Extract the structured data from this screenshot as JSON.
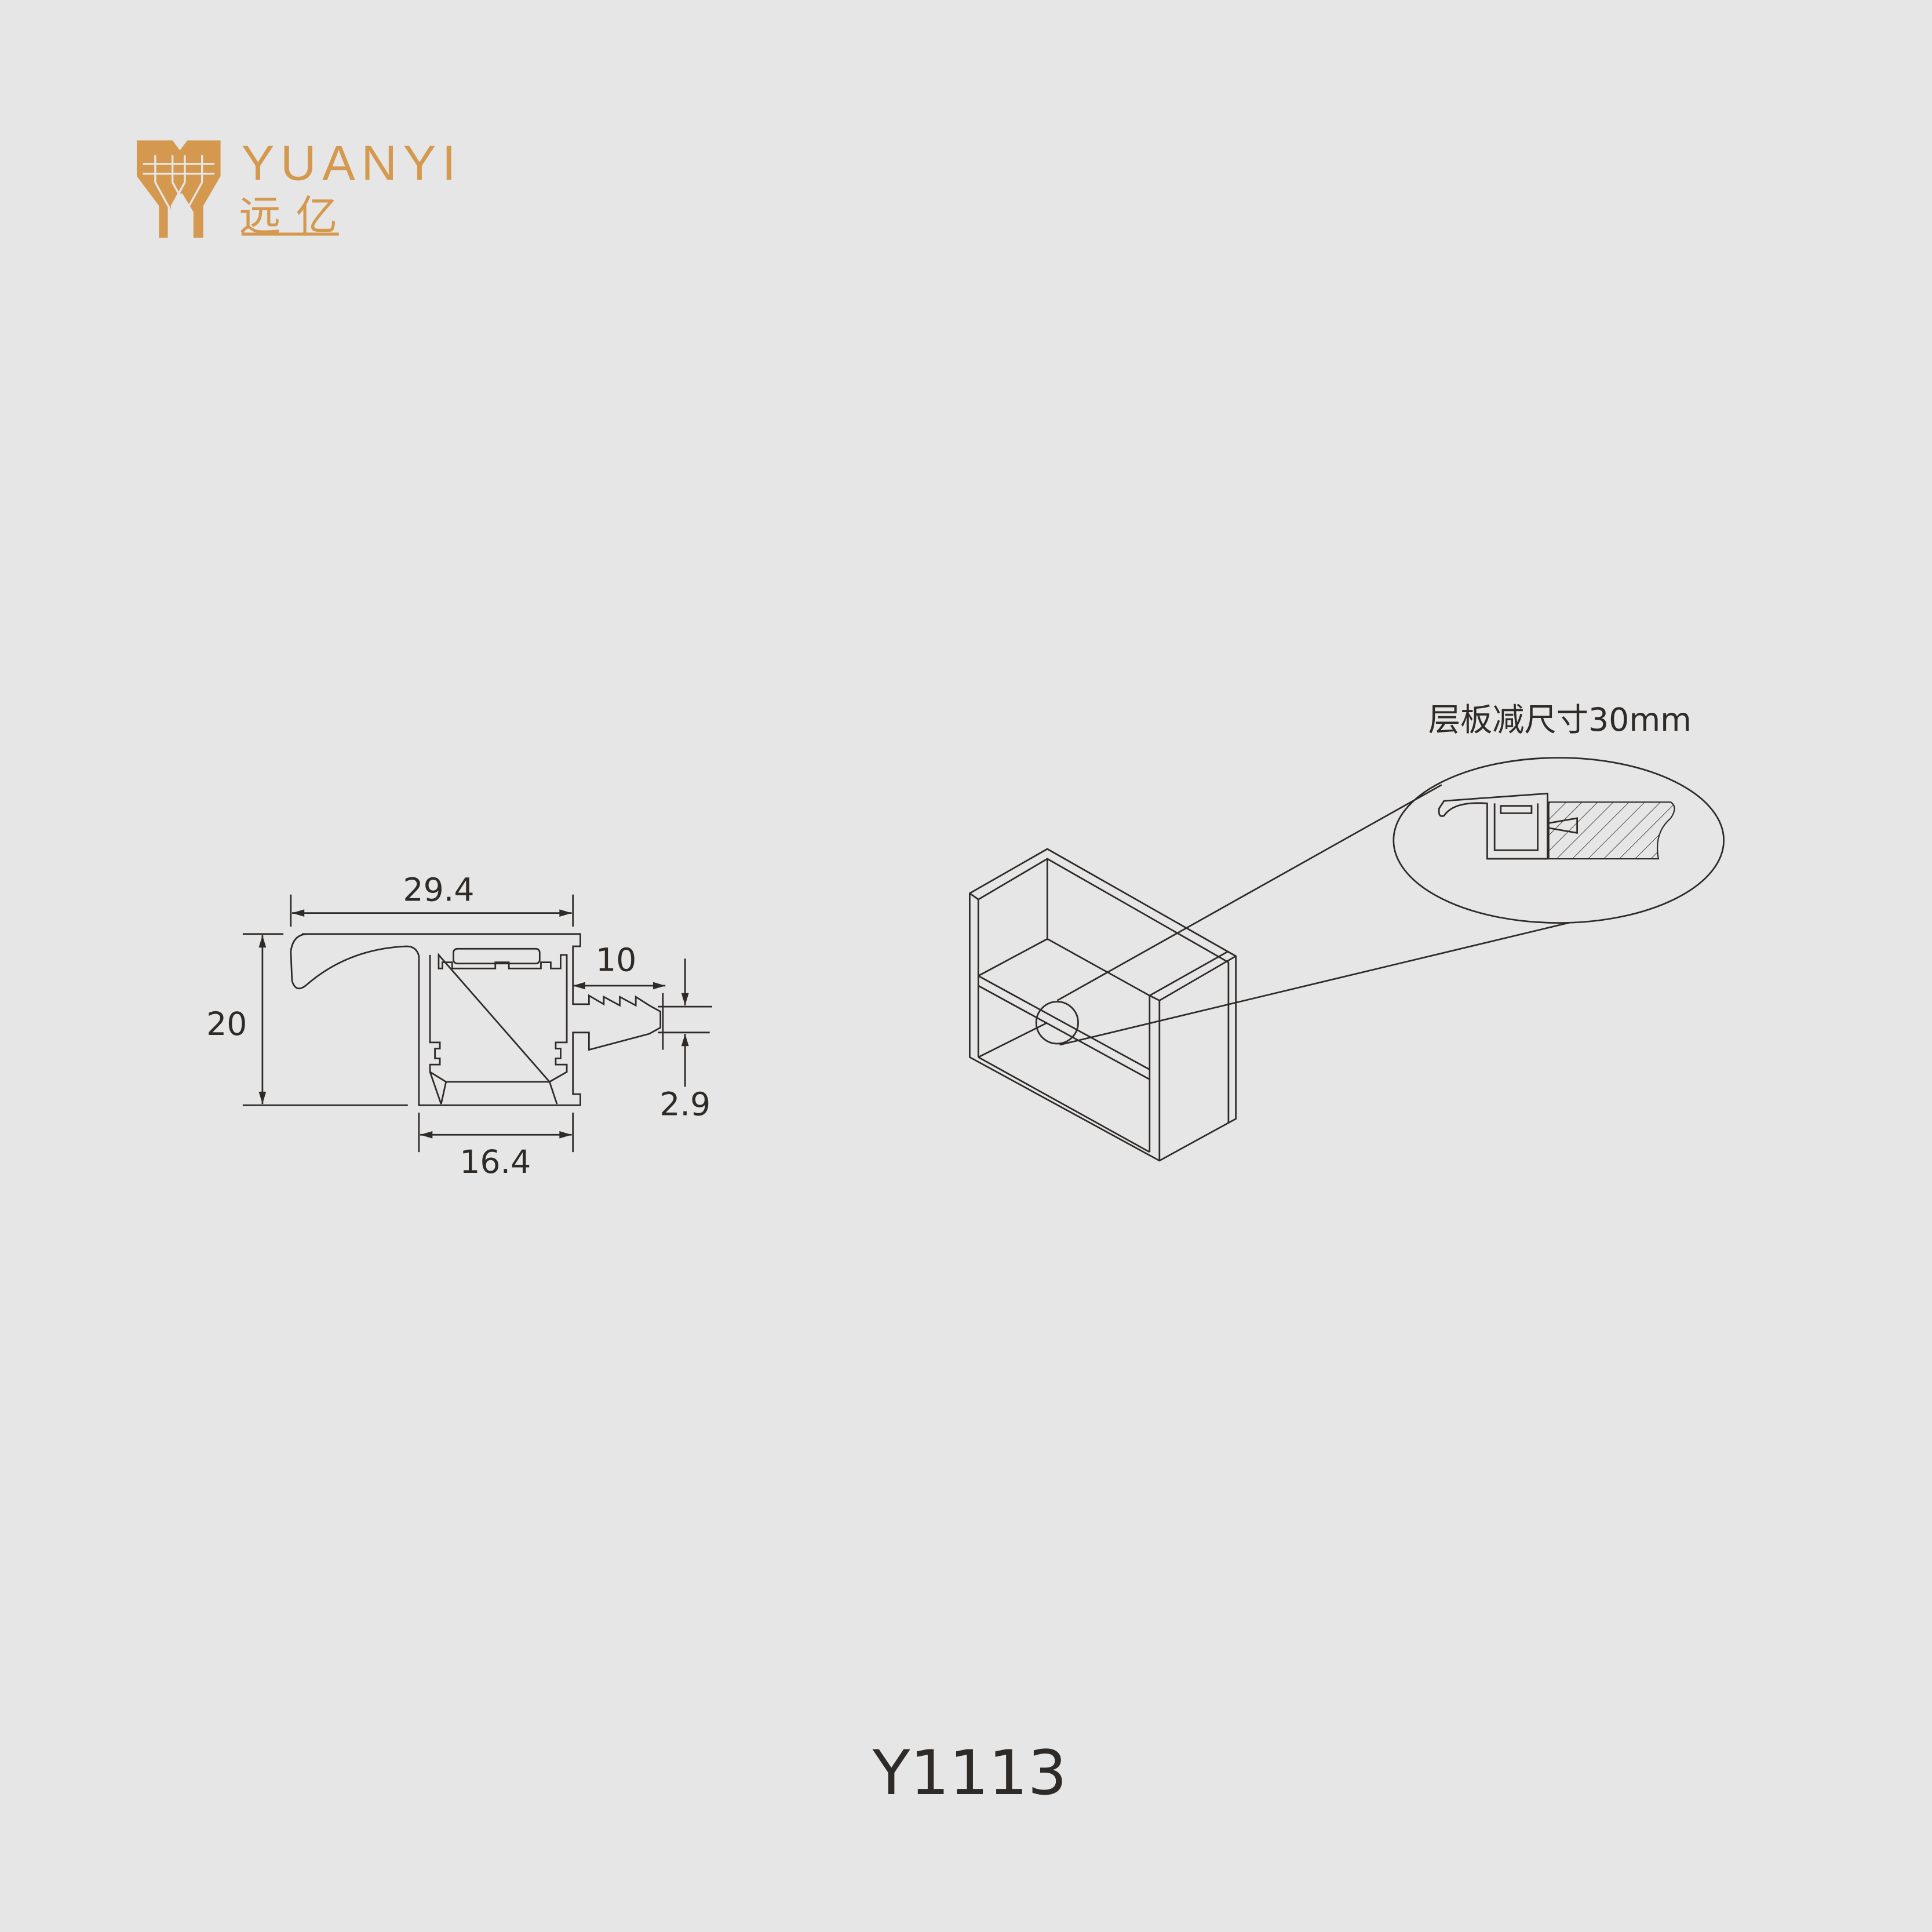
{
  "brand": {
    "name_en": "YUANYI",
    "name_cn": "远亿",
    "color": "#d4994f"
  },
  "profile_dimensions": {
    "width_total": "29.4",
    "height": "20",
    "screw_depth": "10",
    "screw_gap": "2.9",
    "channel_width": "16.4"
  },
  "install_note": "层板减尺寸30mm",
  "model_code": "Y1113",
  "colors": {
    "background": "#e6e6e6",
    "line": "#2e2a28"
  }
}
